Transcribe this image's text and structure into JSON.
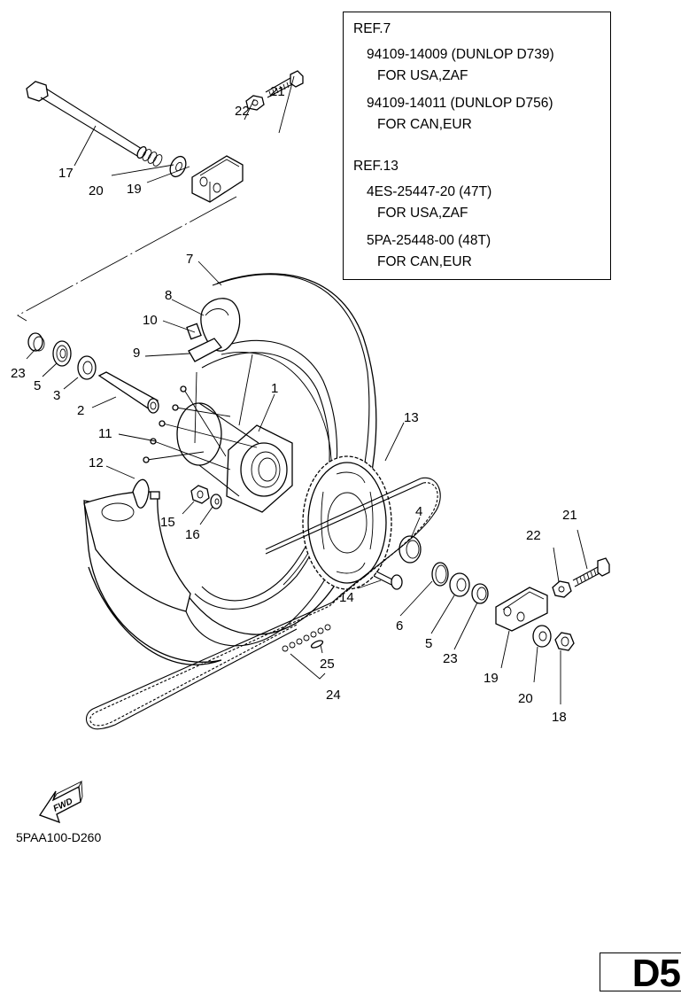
{
  "reference_box": {
    "groups": [
      {
        "title": "REF.7",
        "entries": [
          {
            "part_number": "94109-14009 (DUNLOP D739)",
            "regions": "FOR USA,ZAF"
          },
          {
            "part_number": "94109-14011 (DUNLOP D756)",
            "regions": "FOR CAN,EUR"
          }
        ]
      },
      {
        "title": "REF.13",
        "entries": [
          {
            "part_number": "4ES-25447-20 (47T)",
            "regions": "FOR USA,ZAF"
          },
          {
            "part_number": "5PA-25448-00 (48T)",
            "regions": "FOR CAN,EUR"
          }
        ]
      }
    ]
  },
  "callouts": {
    "c1": "1",
    "c2": "2",
    "c3": "3",
    "c4": "4",
    "c5a": "5",
    "c5b": "5",
    "c6": "6",
    "c7": "7",
    "c8": "8",
    "c9": "9",
    "c10": "10",
    "c11": "11",
    "c12": "12",
    "c13": "13",
    "c14": "14",
    "c15": "15",
    "c16": "16",
    "c17": "17",
    "c18": "18",
    "c19a": "19",
    "c19b": "19",
    "c20a": "20",
    "c20b": "20",
    "c21a": "21",
    "c21b": "21",
    "c22a": "22",
    "c22b": "22",
    "c23a": "23",
    "c23b": "23",
    "c24": "24",
    "c25": "25"
  },
  "fwd_indicator": {
    "label": "FWD",
    "icon": "forward-arrow-icon"
  },
  "diagram_code": "5PAA100-D260",
  "page_id": "D5"
}
